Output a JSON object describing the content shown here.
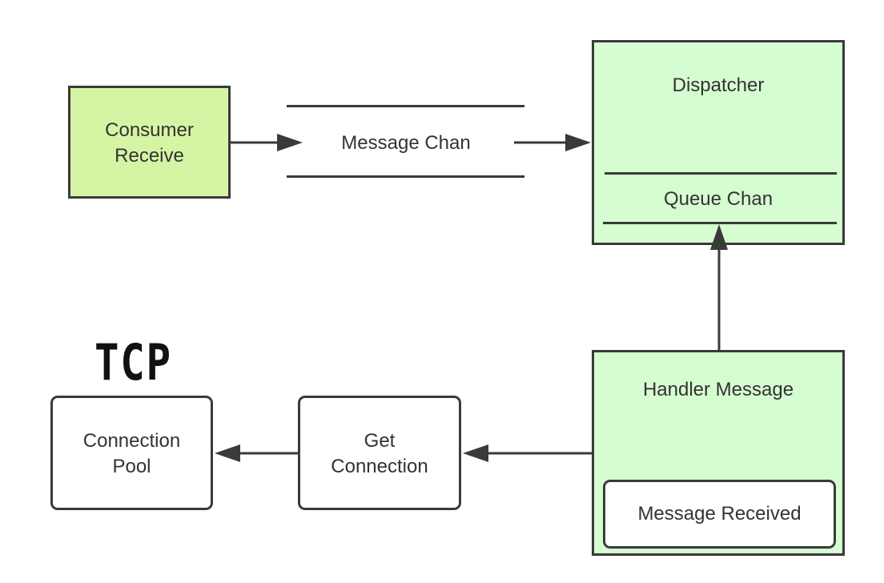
{
  "colors": {
    "consumer_fill": "#d5f5a4",
    "panel_fill": "#d6fcd1",
    "stroke": "#3a3a3a",
    "text": "#333333"
  },
  "consumer": {
    "line1": "Consumer",
    "line2": "Receive"
  },
  "message_chan": {
    "label": "Message Chan"
  },
  "dispatcher": {
    "title": "Dispatcher",
    "queue_label": "Queue Chan"
  },
  "handler": {
    "title": "Handler Message",
    "inner_label": "Message Received"
  },
  "get_connection": {
    "line1": "Get",
    "line2": "Connection"
  },
  "connection_pool": {
    "line1": "Connection",
    "line2": "Pool"
  },
  "tcp": {
    "label": "TCP"
  }
}
